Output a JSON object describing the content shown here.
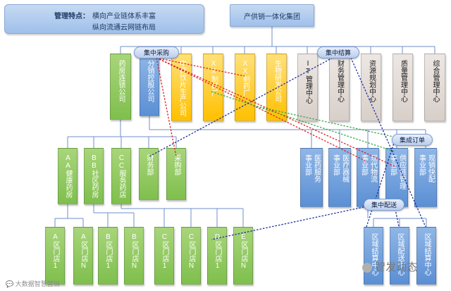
{
  "header": {
    "mgmt_title": "管理特点：",
    "mgmt_line1": "横向产业链体系丰富",
    "mgmt_line2": "纵向流通云网链布局",
    "group": "产供销一体化集团"
  },
  "pills": {
    "procure": "集中采购",
    "settle": "集中结算",
    "order": "集成订单",
    "deliver": "集中配送"
  },
  "row1": [
    {
      "text": "药房连锁公司"
    },
    {
      "text": "分销控股公司"
    },
    {
      "text": "中药饮片生产公司"
    },
    {
      "text": "XX制药厂"
    },
    {
      "text": "XX制药厂"
    },
    {
      "text": "生物研发公司"
    },
    {
      "text": "IT管理中心"
    },
    {
      "text": "财务管理中心"
    },
    {
      "text": "资源规划中心"
    },
    {
      "text": "质量管理中心"
    },
    {
      "text": "综合管理中心"
    }
  ],
  "row2_left": [
    {
      "text": "AA健康药房"
    },
    {
      "text": "BB社区药房"
    },
    {
      "text": "CC服务药店"
    },
    {
      "text": "财务部"
    },
    {
      "text": "采购部"
    }
  ],
  "row2_right": [
    {
      "c1": "医药服务",
      "c2": "事业部"
    },
    {
      "c1": "医疗器械",
      "c2": "事业部"
    },
    {
      "c1": "现代物流",
      "c2": "事业部"
    },
    {
      "c1": "供应链管理",
      "c2": "事业部"
    },
    {
      "c1": "现销快配",
      "c2": "事业部"
    }
  ],
  "row3_left": [
    {
      "text": "A区门店1"
    },
    {
      "text": "A区门店N"
    },
    {
      "text": "B区门店1"
    },
    {
      "text": "B区门店N"
    },
    {
      "text": "C区门店1"
    },
    {
      "text": "C区门店N"
    },
    {
      "text": "D区门店1"
    },
    {
      "text": "E区门店N"
    }
  ],
  "row3_right": [
    {
      "text": "区域结算中心"
    },
    {
      "text": "区域配送中心"
    },
    {
      "text": "区域结算中心"
    }
  ],
  "watermarks": {
    "left": "大数据智慧营销",
    "right": "智发动态"
  },
  "colors": {
    "green": "#7fbf4d",
    "blue": "#5b8fd4",
    "yellow": "#ffc000",
    "gray": "#d8cfc9",
    "link_red": "#e02020",
    "link_green": "#3aa84a",
    "link_blue": "#1f2f9f"
  }
}
